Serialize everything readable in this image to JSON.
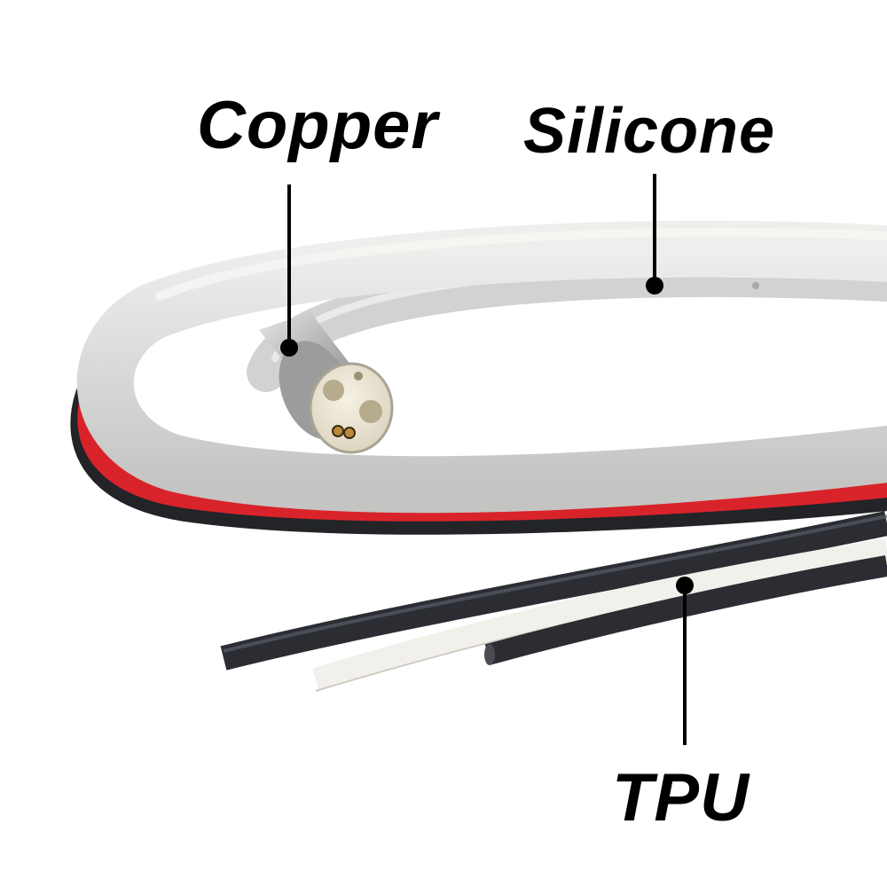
{
  "callouts": {
    "copper": "Copper",
    "silicone": "Silicone",
    "tpu": "TPU"
  },
  "colors": {
    "background": "#ffffff",
    "silicone_hose": "#dcdcda",
    "red_stripe": "#d9232a",
    "black_layer": "#222428",
    "tpu_black": "#2b2d33",
    "tpu_white": "#f2f0ea",
    "connector_metal": "#b9b9b9",
    "connector_face": "#ece6d6",
    "copper_pin": "#b98a3a",
    "leader_line": "#000000"
  }
}
